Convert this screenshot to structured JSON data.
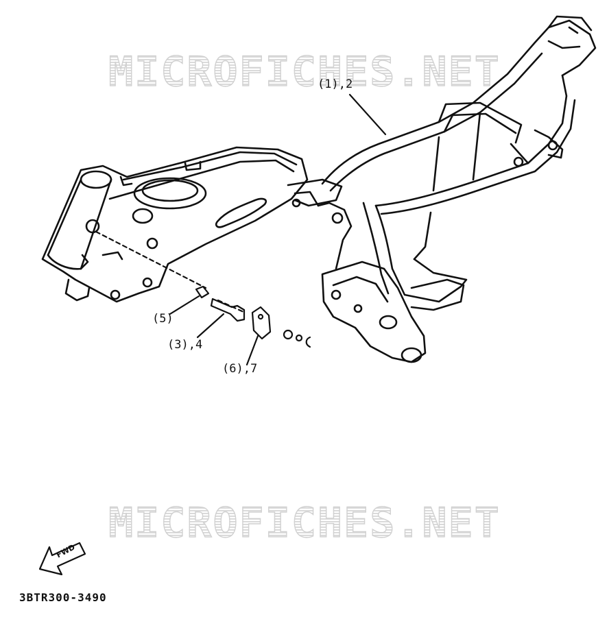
{
  "diagram": {
    "watermark_top": "MICROFICHES.NET",
    "watermark_bottom": "MICROFICHES.NET",
    "callouts": {
      "frame": "(1),2",
      "bolt": "(5)",
      "screw": "(3),4",
      "plate": "(6),7"
    },
    "direction_label": "FWD",
    "code": "3BTR300-3490"
  },
  "colors": {
    "line": "#111111",
    "watermark": "#cfcfcf",
    "background": "#ffffff"
  },
  "icons": {
    "direction": "fwd-arrow-icon"
  }
}
